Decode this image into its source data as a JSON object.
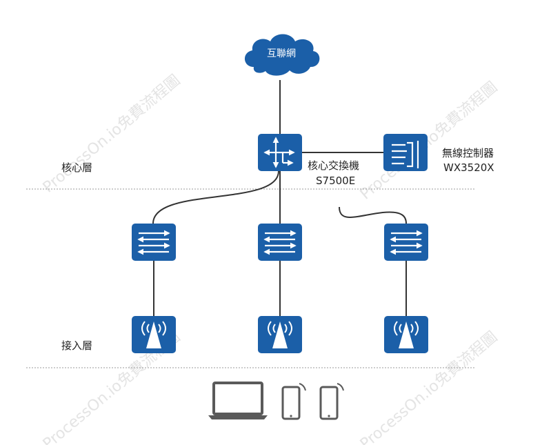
{
  "colors": {
    "device_blue": "#1b5fa8",
    "link": "#333333",
    "divider": "#999999",
    "terminal": "#5a5a5a",
    "watermark": "#e4e4e4"
  },
  "watermark_text": "ProcessOn.io免費流程圖",
  "cloud": {
    "label": "互聯網"
  },
  "layers": {
    "core": "核心層",
    "access": "接入層"
  },
  "core_switch": {
    "name": "核心交換機",
    "model": "S7500E"
  },
  "wireless_controller": {
    "name": "無線控制器",
    "model": "WX3520X"
  },
  "icons": {
    "cloud": "cloud-icon",
    "core_switch": "router-arrows-icon",
    "controller": "controller-icon",
    "access_switch": "switch-arrows-icon",
    "ap": "wireless-ap-icon",
    "laptop": "laptop-icon",
    "phone": "smartphone-icon"
  }
}
